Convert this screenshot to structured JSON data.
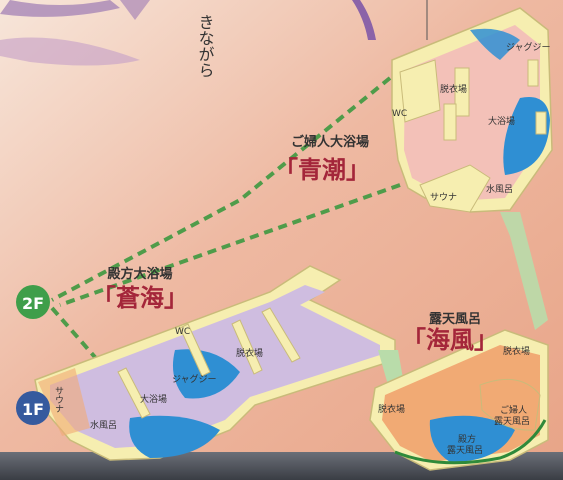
{
  "colors": {
    "bg_light": "#f4ddd0",
    "bg_salmon": "#e9a88c",
    "wall": "#f6eeb0",
    "wall_shadow": "#c9bb7a",
    "womens_floor": "#f3c1b8",
    "mens_floor": "#cfbde0",
    "pool_blue": "#2f8fd3",
    "outdoor_floor": "#f1aa74",
    "corridor_green": "#b9dcaa",
    "route_dash": "#4f9c4a",
    "badge_2f": "#3f9e4a",
    "badge_1f": "#355a9e",
    "title_ink": "#a4263a",
    "label_ink": "#333333",
    "brush_purple": "#8b63a8"
  },
  "intro_text": "きながら",
  "badges": {
    "floor_2f": "2F",
    "floor_1f": "1F"
  },
  "womens_bath": {
    "subtitle": "ご婦人大浴場",
    "title": "「青潮」",
    "rooms": {
      "jacuzzi": "ジャグジー",
      "dressing": "脱衣場",
      "wc": "WC",
      "main_bath": "大浴場",
      "sauna": "サウナ",
      "cold_bath": "水風呂"
    }
  },
  "mens_bath": {
    "subtitle": "殿方大浴場",
    "title": "「蒼海」",
    "rooms": {
      "wc": "WC",
      "dressing": "脱衣場",
      "jacuzzi": "ジャグジー",
      "main_bath": "大浴場",
      "sauna": "サウナ",
      "cold_bath": "水風呂"
    }
  },
  "outdoor_bath": {
    "subtitle": "露天風呂",
    "title": "「海風」",
    "rooms": {
      "dressing_upper": "脱衣場",
      "dressing_lower": "脱衣場",
      "womens_line1": "ご婦人",
      "womens_line2": "露天風呂",
      "mens_line1": "殿方",
      "mens_line2": "露天風呂"
    }
  }
}
